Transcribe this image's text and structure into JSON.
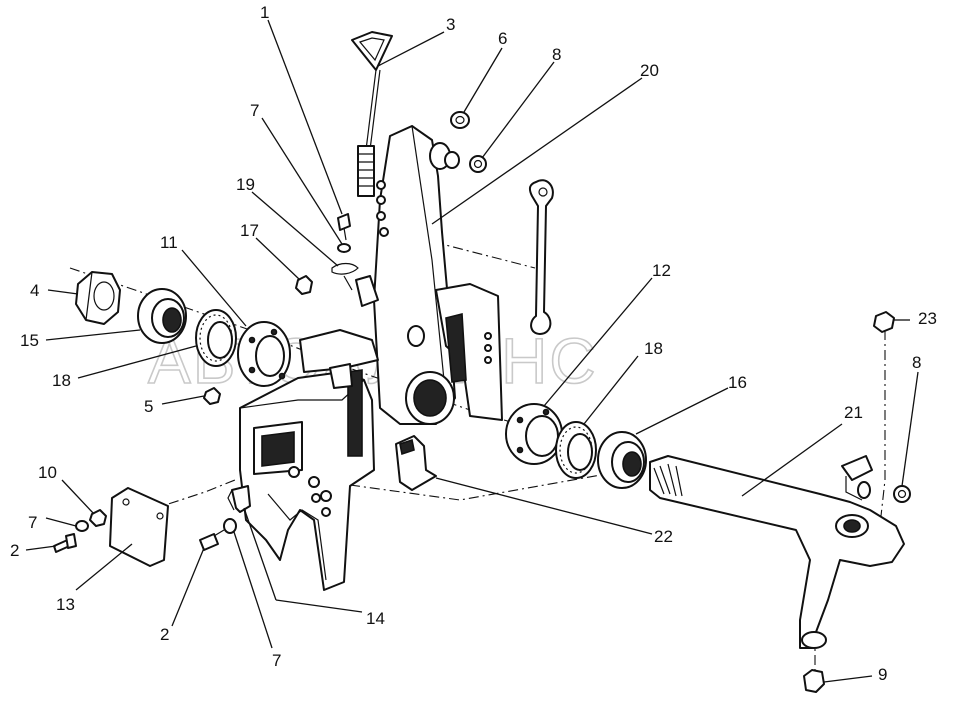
{
  "watermark": "АВТОАЛЬЯНС",
  "callouts": [
    "1",
    "3",
    "6",
    "8",
    "20",
    "7",
    "19",
    "17",
    "11",
    "4",
    "15",
    "18",
    "5",
    "12",
    "18",
    "16",
    "23",
    "8",
    "21",
    "10",
    "7",
    "2",
    "13",
    "2",
    "14",
    "7",
    "22",
    "9"
  ]
}
